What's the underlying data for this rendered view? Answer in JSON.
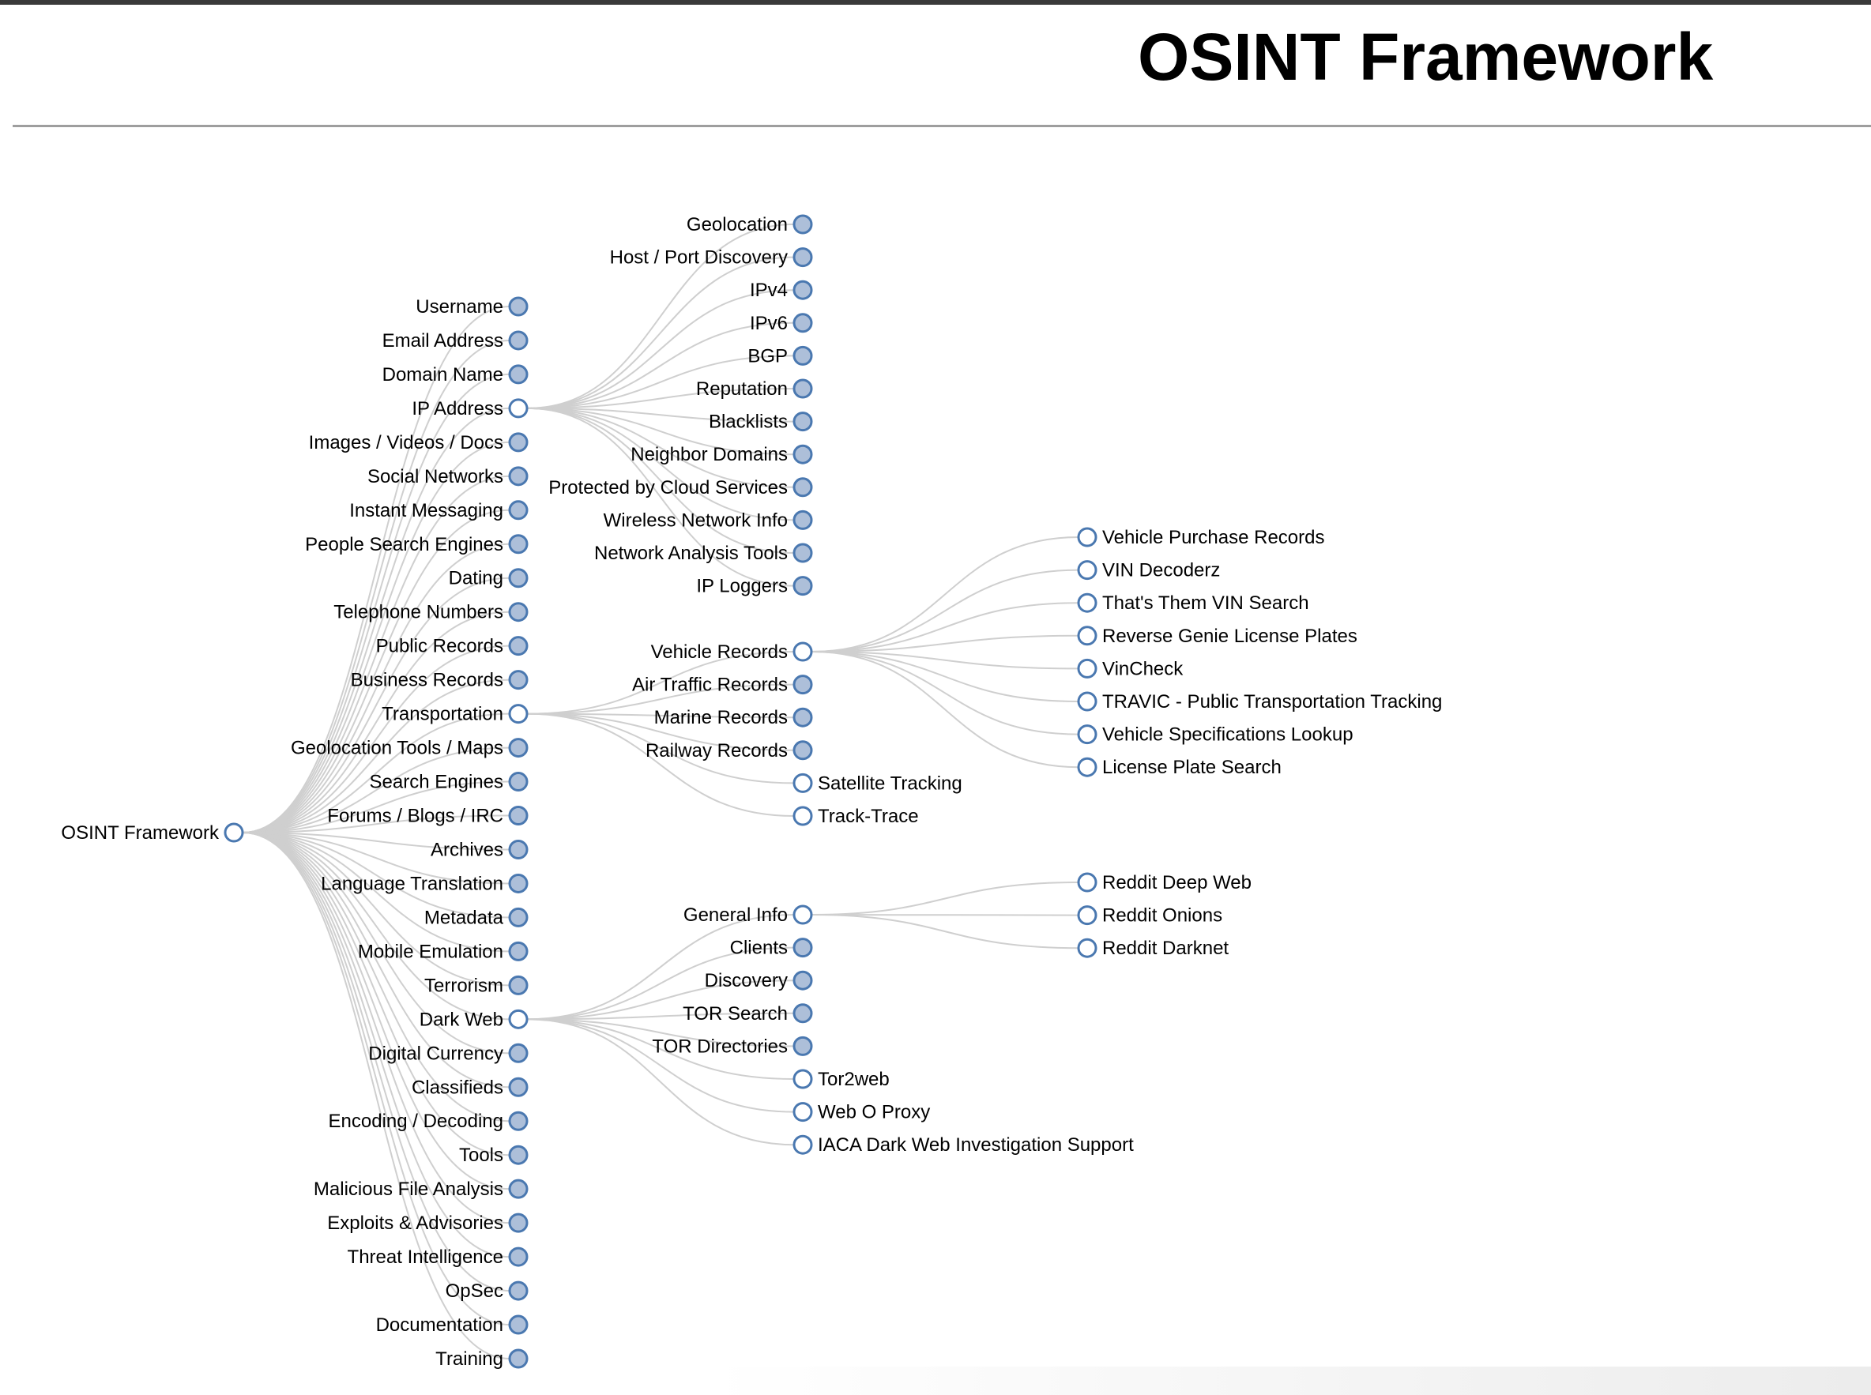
{
  "header": {
    "title": "OSINT Framework"
  },
  "colors": {
    "filled_node": "#adbfd9",
    "node_stroke": "#4a78b0",
    "link": "#cfcfcf",
    "open_node": "#ffffff"
  },
  "tree": {
    "name": "OSINT Framework",
    "children": [
      {
        "name": "Username"
      },
      {
        "name": "Email Address"
      },
      {
        "name": "Domain Name"
      },
      {
        "name": "IP Address",
        "children": [
          {
            "name": "Geolocation"
          },
          {
            "name": "Host / Port Discovery"
          },
          {
            "name": "IPv4"
          },
          {
            "name": "IPv6"
          },
          {
            "name": "BGP"
          },
          {
            "name": "Reputation"
          },
          {
            "name": "Blacklists"
          },
          {
            "name": "Neighbor Domains"
          },
          {
            "name": "Protected by Cloud Services"
          },
          {
            "name": "Wireless Network Info"
          },
          {
            "name": "Network Analysis Tools"
          },
          {
            "name": "IP Loggers"
          }
        ]
      },
      {
        "name": "Images / Videos / Docs"
      },
      {
        "name": "Social Networks"
      },
      {
        "name": "Instant Messaging"
      },
      {
        "name": "People Search Engines"
      },
      {
        "name": "Dating"
      },
      {
        "name": "Telephone Numbers"
      },
      {
        "name": "Public Records"
      },
      {
        "name": "Business Records"
      },
      {
        "name": "Transportation",
        "children": [
          {
            "name": "Vehicle Records",
            "children": [
              {
                "name": "Vehicle Purchase Records"
              },
              {
                "name": "VIN Decoderz"
              },
              {
                "name": "That's Them VIN Search"
              },
              {
                "name": "Reverse Genie License Plates"
              },
              {
                "name": "VinCheck"
              },
              {
                "name": "TRAVIC - Public Transportation Tracking"
              },
              {
                "name": "Vehicle Specifications Lookup"
              },
              {
                "name": "License Plate Search"
              }
            ]
          },
          {
            "name": "Air Traffic Records"
          },
          {
            "name": "Marine Records"
          },
          {
            "name": "Railway Records"
          },
          {
            "name": "Satellite Tracking"
          },
          {
            "name": "Track-Trace"
          }
        ]
      },
      {
        "name": "Geolocation Tools / Maps"
      },
      {
        "name": "Search Engines"
      },
      {
        "name": "Forums / Blogs / IRC"
      },
      {
        "name": "Archives"
      },
      {
        "name": "Language Translation"
      },
      {
        "name": "Metadata"
      },
      {
        "name": "Mobile Emulation"
      },
      {
        "name": "Terrorism"
      },
      {
        "name": "Dark Web",
        "children": [
          {
            "name": "General Info",
            "children": [
              {
                "name": "Reddit Deep Web"
              },
              {
                "name": "Reddit Onions"
              },
              {
                "name": "Reddit Darknet"
              }
            ]
          },
          {
            "name": "Clients"
          },
          {
            "name": "Discovery"
          },
          {
            "name": "TOR Search"
          },
          {
            "name": "TOR Directories"
          },
          {
            "name": "Tor2web"
          },
          {
            "name": "Web O Proxy"
          },
          {
            "name": "IACA Dark Web Investigation Support"
          }
        ]
      },
      {
        "name": "Digital Currency"
      },
      {
        "name": "Classifieds"
      },
      {
        "name": "Encoding / Decoding"
      },
      {
        "name": "Tools"
      },
      {
        "name": "Malicious File Analysis"
      },
      {
        "name": "Exploits & Advisories"
      },
      {
        "name": "Threat Intelligence"
      },
      {
        "name": "OpSec"
      },
      {
        "name": "Documentation"
      },
      {
        "name": "Training"
      }
    ]
  }
}
